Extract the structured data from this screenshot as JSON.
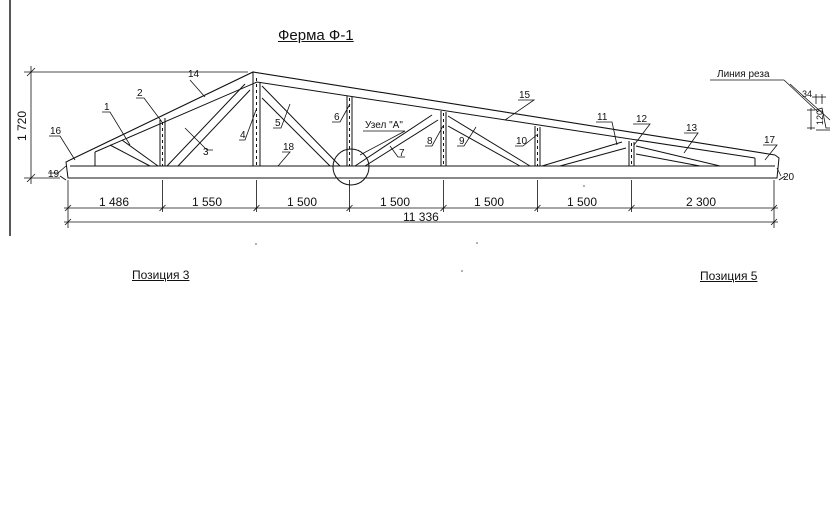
{
  "title": "Ферма Ф-1",
  "total_height": "1 720",
  "spans": [
    "1 486",
    "1 550",
    "1 500",
    "1 500",
    "1 500",
    "1 500",
    "2 300"
  ],
  "total_length": "11 336",
  "node_label": "Узел \"А\"",
  "cut_line_label": "Линия реза",
  "detail_dims": {
    "top": "34",
    "side": "120"
  },
  "positions": {
    "left": "Позиция 3",
    "right": "Позиция 5"
  },
  "members": {
    "m1": "1",
    "m2": "2",
    "m3": "3",
    "m4": "4",
    "m5": "5",
    "m6": "6",
    "m7": "7",
    "m8": "8",
    "m9": "9",
    "m10": "10",
    "m11": "11",
    "m12": "12",
    "m13": "13",
    "m14": "14",
    "m15": "15",
    "m16": "16",
    "m17": "17",
    "m18": "18",
    "m19": "19",
    "m20": "20"
  }
}
